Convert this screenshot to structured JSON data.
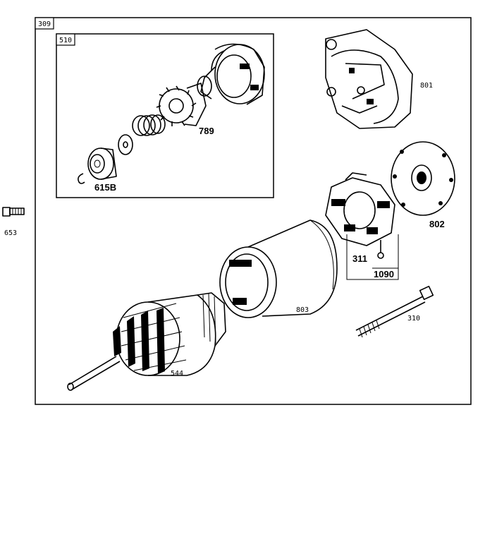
{
  "diagram": {
    "assembly_number": "309",
    "sub_assembly_number": "510",
    "callouts": {
      "p789": "789",
      "p615B": "615B",
      "p801": "801",
      "p653": "653",
      "p802": "802",
      "p311": "311",
      "p1090": "1090",
      "p803": "803",
      "p310": "310",
      "p544": "544"
    }
  }
}
